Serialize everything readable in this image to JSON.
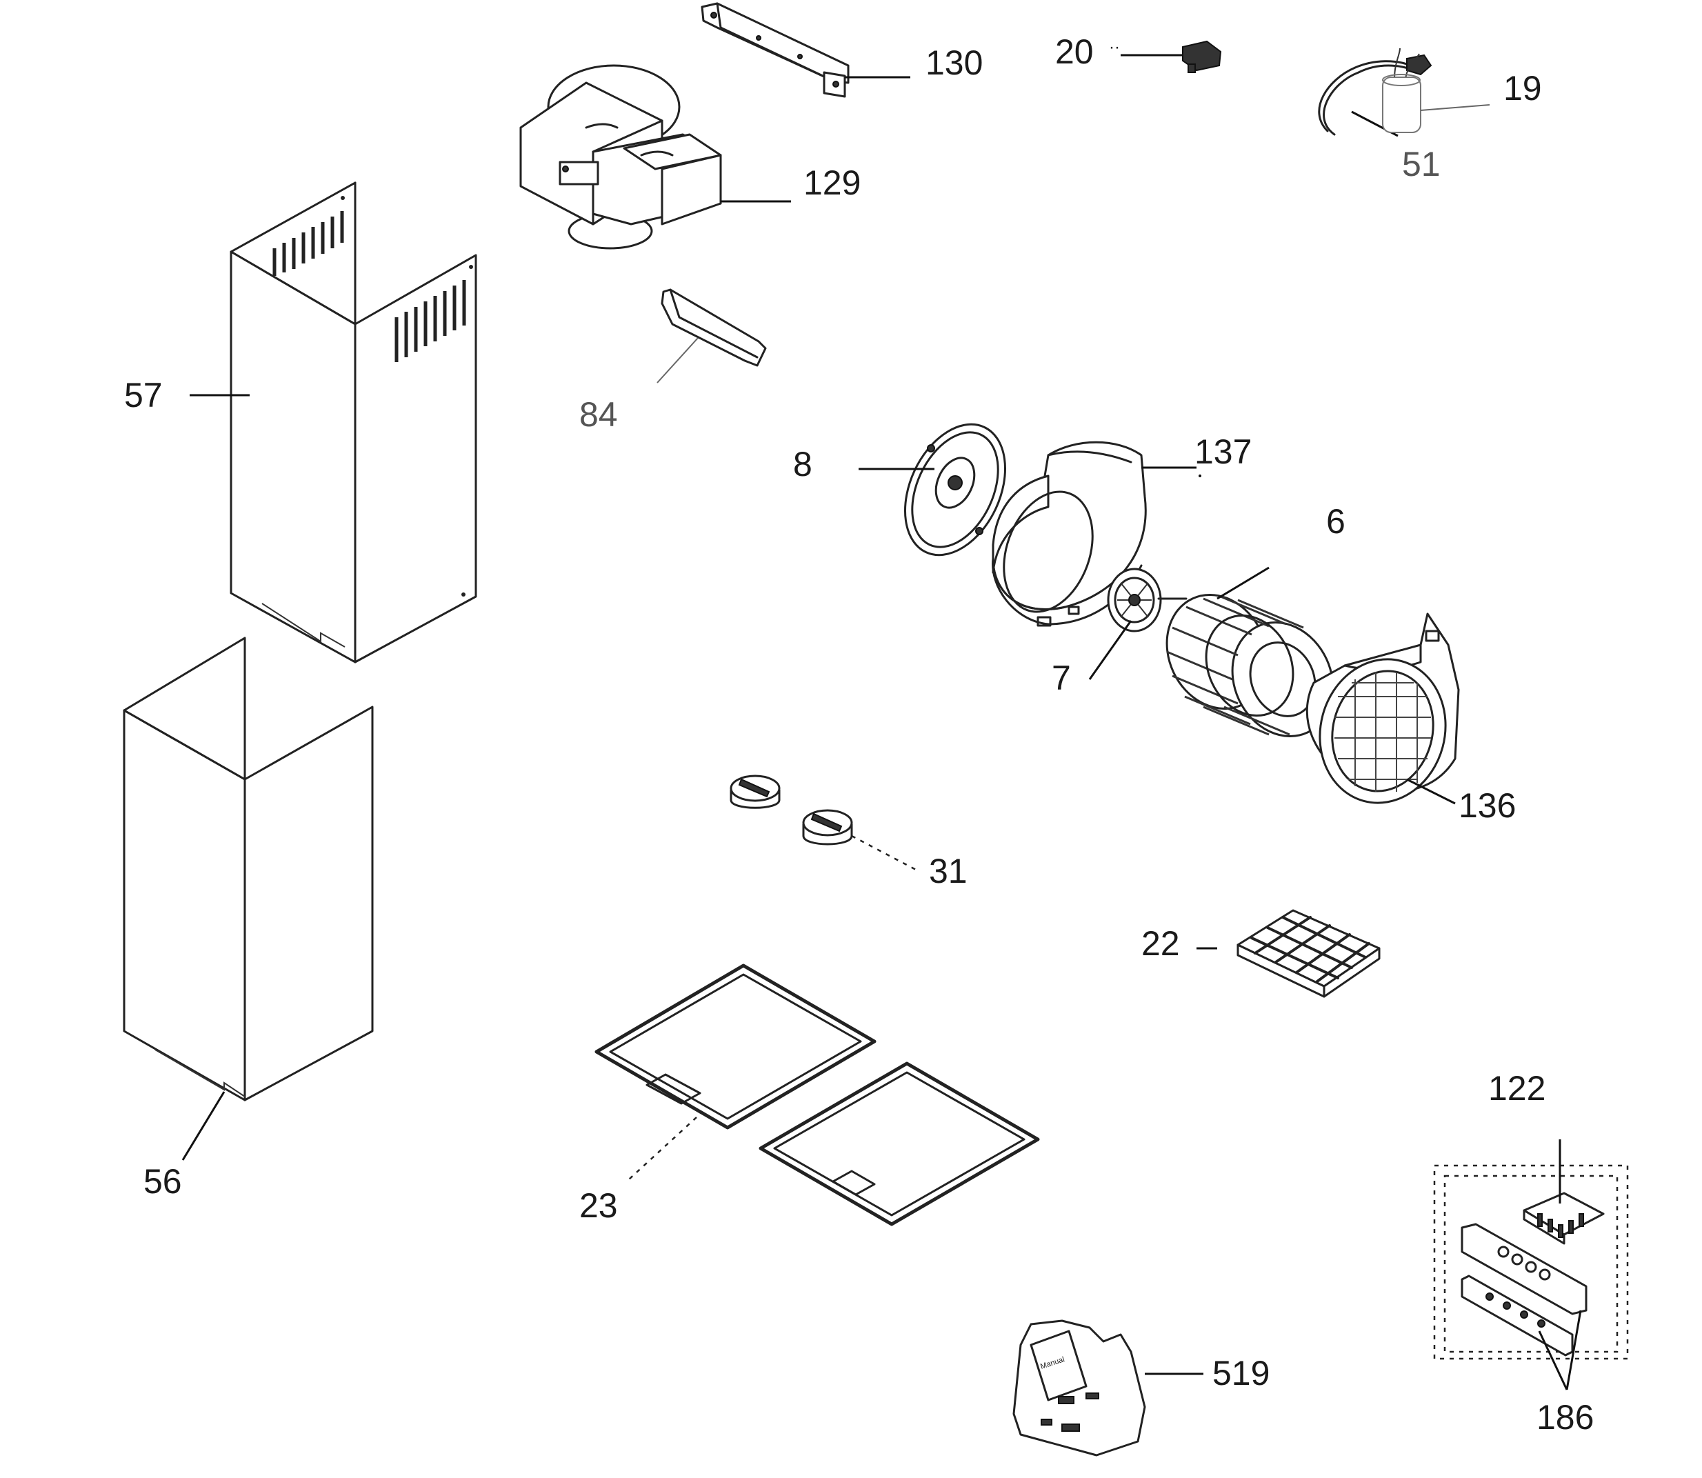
{
  "labels": {
    "l57": "57",
    "l56": "56",
    "l130": "130",
    "l129": "129",
    "l84": "84",
    "l20": "20",
    "l51": "51",
    "l19": "19",
    "l8": "8",
    "l137": "137",
    "l6": "6",
    "l7": "7",
    "l136": "136",
    "l31": "31",
    "l22": "22",
    "l23": "23",
    "l122": "122",
    "l186": "186",
    "l519": "519"
  },
  "manual_text": "Manual"
}
